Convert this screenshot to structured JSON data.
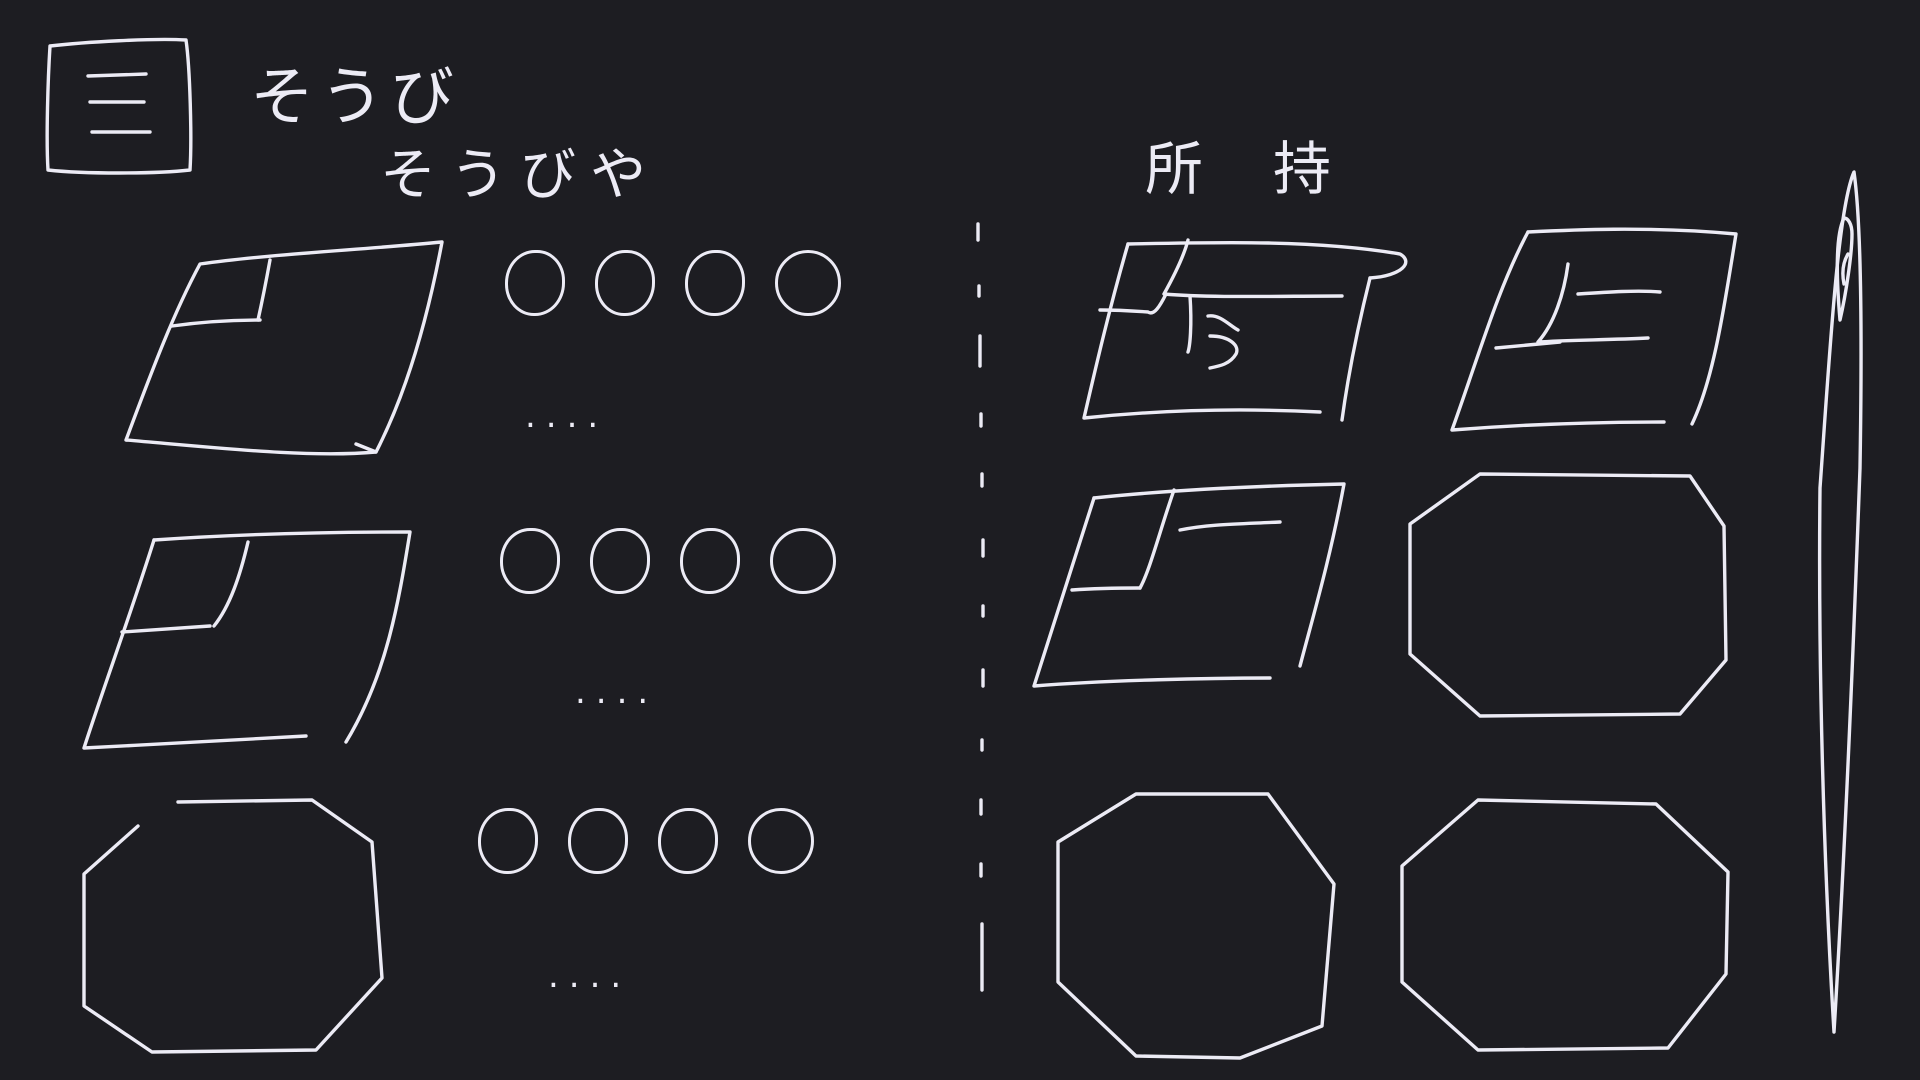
{
  "header": {
    "menu_button_label": "",
    "title": "そうび"
  },
  "equipped_panel": {
    "heading": "そうびや",
    "slots": [
      {
        "stats": [
          "",
          "",
          "",
          ""
        ],
        "detail": "...."
      },
      {
        "stats": [
          "",
          "",
          "",
          ""
        ],
        "detail": "...."
      },
      {
        "stats": [
          "",
          "",
          "",
          ""
        ],
        "detail": "...."
      }
    ]
  },
  "inventory_panel": {
    "heading": "所持",
    "items": [
      {
        "label": "",
        "kind": "scroll-card"
      },
      {
        "label": "",
        "kind": "scroll-card"
      },
      {
        "label": "",
        "kind": "scroll-card"
      },
      {
        "label": "",
        "kind": "empty-slot"
      },
      {
        "label": "",
        "kind": "empty-slot"
      },
      {
        "label": "",
        "kind": "empty-slot"
      }
    ]
  },
  "scrollbar": {
    "position": 0.1
  },
  "colors": {
    "background": "#1d1d22",
    "ink": "#ecebf5"
  },
  "icons": [
    "menu-icon",
    "scroll-icon"
  ]
}
